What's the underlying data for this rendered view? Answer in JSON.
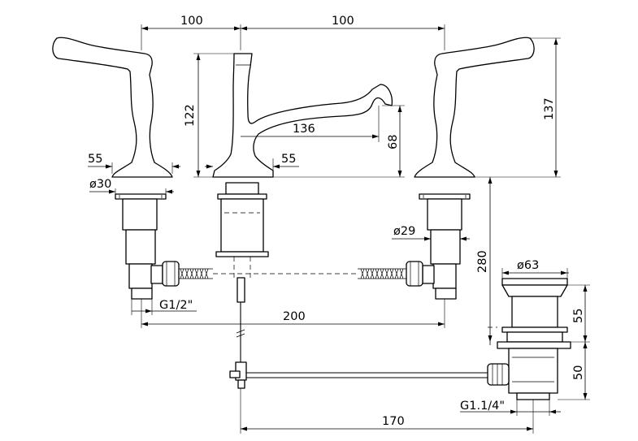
{
  "dimensions": {
    "top_left": "100",
    "top_right": "100",
    "spout_height": "122",
    "total_height": "137",
    "spout_reach": "136",
    "spout_outlet_height": "68",
    "base_left": "55",
    "base_center": "55",
    "shank_left_diameter": "ø30",
    "shank_right_diameter": "ø29",
    "thread_inlet": "G1/2\"",
    "centers_span": "200",
    "drain_depth": "280",
    "drain_diameter": "ø63",
    "drain_body": "55",
    "drain_trap": "50",
    "drain_thread": "G1.1/4\"",
    "drain_offset": "170"
  }
}
